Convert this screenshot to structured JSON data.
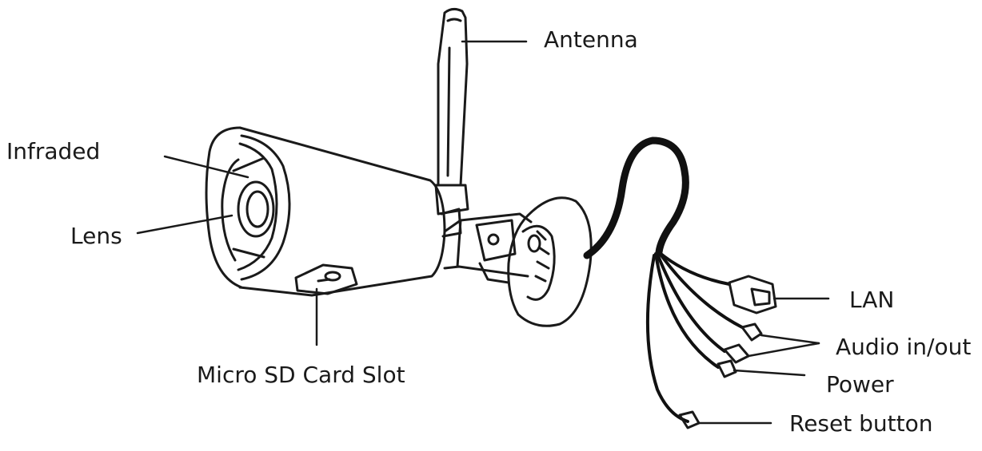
{
  "diagram": {
    "labels": {
      "antenna": "Antenna",
      "infraded": "Infraded",
      "lens": "Lens",
      "micro_sd": "Micro SD Card Slot",
      "lan": "LAN",
      "audio": "Audio in/out",
      "power": "Power",
      "reset": "Reset button"
    },
    "colors": {
      "line": "#1a1a1a",
      "cable": "#111111",
      "background": "#ffffff"
    }
  }
}
